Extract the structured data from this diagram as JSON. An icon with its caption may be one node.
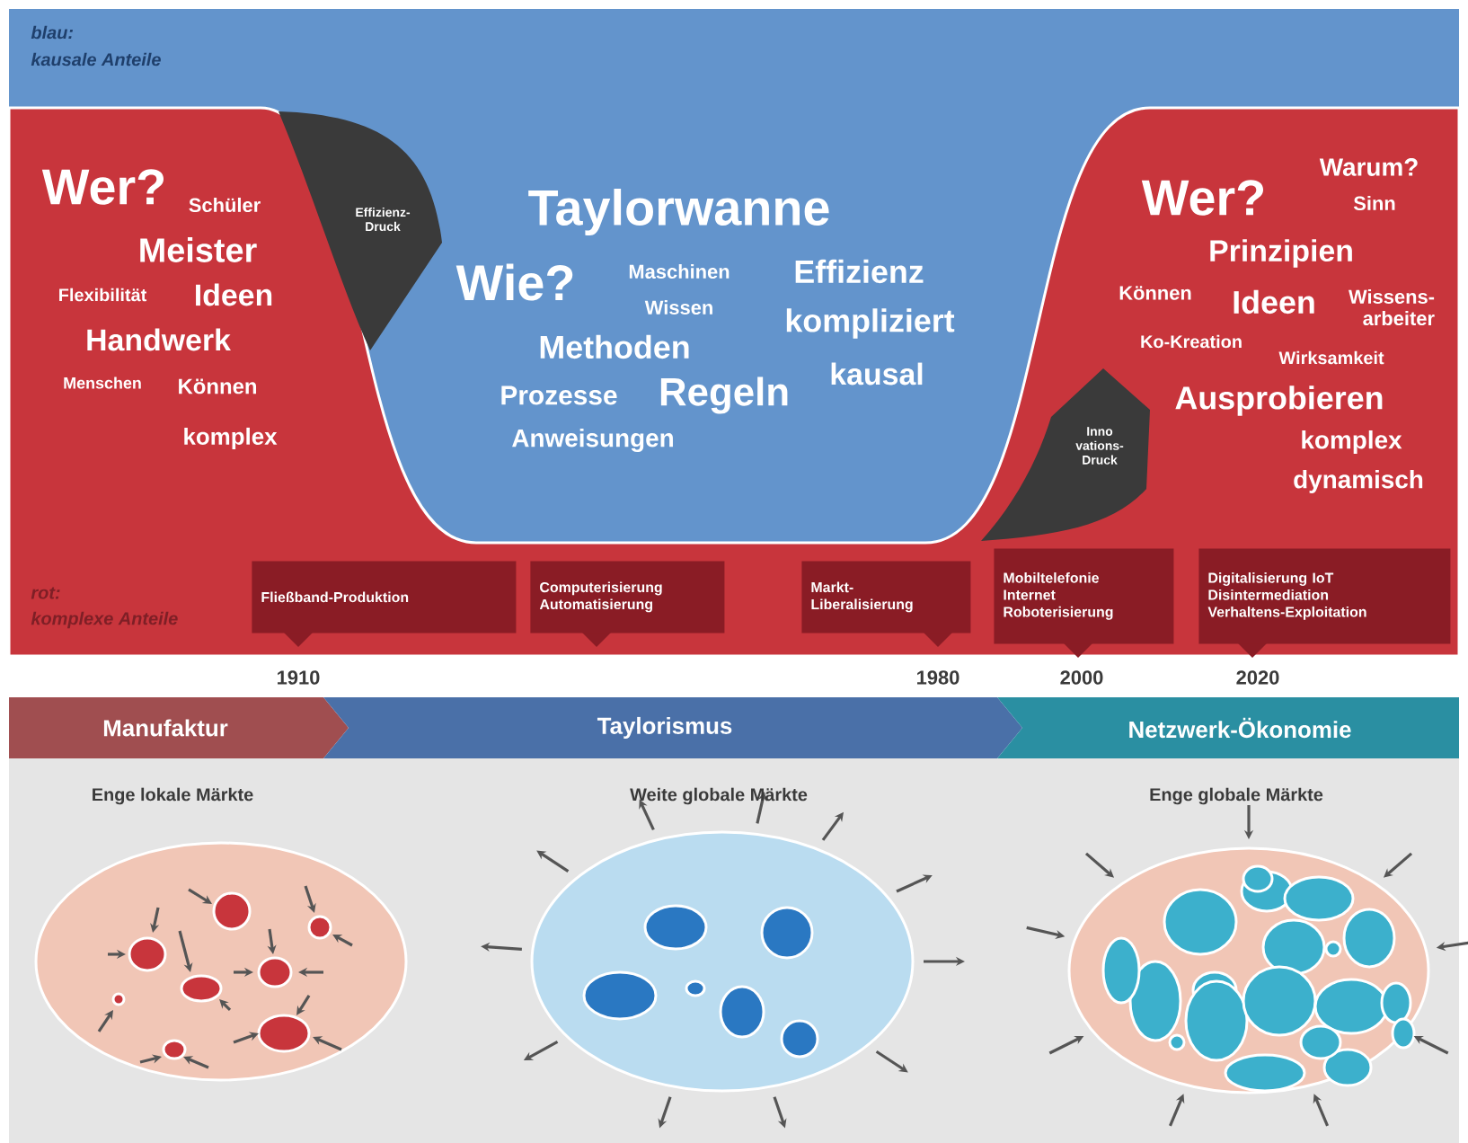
{
  "diagram": {
    "nodes": [
      {
        "text": [
          "Effizienz- Druck"
        ]
      },
      {
        "text": [
          "Inno vations- Druck"
        ]
      },
      {
        "text": [
          "Fließband-Produktion"
        ]
      },
      {
        "text": [
          "Computerisierung Automatisierung"
        ]
      },
      {
        "text": [
          "Markt- Liberalisierung"
        ]
      },
      {
        "text": [
          "Mobiltelefonie Internet Roboterisierung"
        ]
      },
      {
        "text": [
          "Digitalisierung IoT Disintermediation Verhaltens-Exploitation"
        ]
      },
      {
        "text": [
          "Manufaktur"
        ]
      },
      {
        "text": [
          "Taylorismus"
        ]
      },
      {
        "text": [
          "Netzwerk-Ökonomie"
        ]
      }
    ],
    "labels": [
      "blau:",
      "kausale Anteile",
      "Wer?",
      "Schüler",
      "Meister",
      "Flexibilität",
      "Ideen",
      "Handwerk",
      "Menschen",
      "Können",
      "komplex",
      "Taylorwanne",
      "Wie?",
      "Maschinen",
      "Effizienz",
      "Wissen",
      "kompliziert",
      "Methoden",
      "kausal",
      "Prozesse",
      "Regeln",
      "Anweisungen",
      "Wer?",
      "Warum?",
      "Sinn",
      "Prinzipien",
      "Können",
      "Ideen",
      "Wissens- arbeiter",
      "Ko-Kreation",
      "Wirksamkeit",
      "Ausprobieren",
      "komplex",
      "dynamisch",
      "rot:",
      "komplexe Anteile",
      "1910",
      "1980",
      "2000",
      "2020",
      "Enge lokale Märkte",
      "Weite globale Märkte",
      "Enge globale Märkte"
    ]
  }
}
